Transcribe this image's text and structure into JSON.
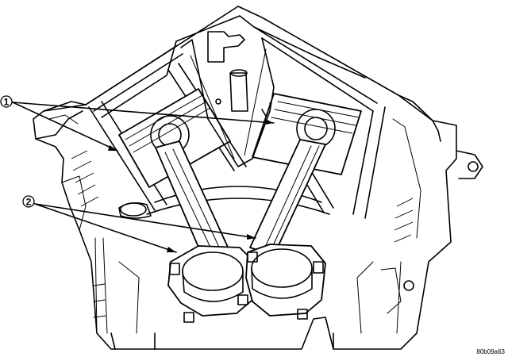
{
  "callouts": [
    {
      "number": "1"
    },
    {
      "number": "2"
    }
  ],
  "figure_code": "80b09a63"
}
